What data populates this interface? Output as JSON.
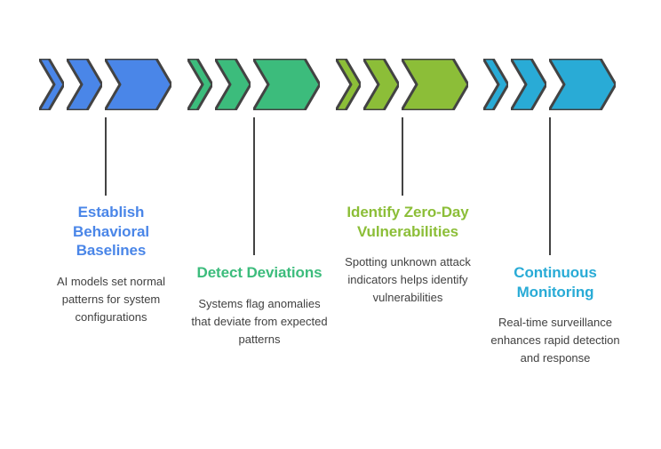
{
  "diagram": {
    "type": "process-flow",
    "orientation": "horizontal",
    "step_count": 4,
    "background_color": "#ffffff",
    "body_text_color": "#414141",
    "connector_color": "#434343",
    "chevron_outline_color": "#434343",
    "steps": [
      {
        "index": 1,
        "title": "Establish Behavioral Baselines",
        "description": "AI models set normal patterns for system configurations",
        "color": "#4a86e8",
        "color_name": "royal-blue",
        "title_position": "high",
        "connector_length": "short",
        "chevron_count": 3
      },
      {
        "index": 2,
        "title": "Detect Deviations",
        "description": "Systems flag anomalies that deviate from expected patterns",
        "color": "#3cbc7c",
        "color_name": "emerald-green",
        "title_position": "low",
        "connector_length": "long",
        "chevron_count": 3
      },
      {
        "index": 3,
        "title": "Identify Zero-Day Vulnerabilities",
        "description": "Spotting unknown attack indicators helps identify vulnerabilities",
        "color": "#8cbe38",
        "color_name": "yellow-green",
        "title_position": "high",
        "connector_length": "short",
        "chevron_count": 3
      },
      {
        "index": 4,
        "title": "Continuous Monitoring",
        "description": "Real-time surveillance enhances rapid detection and response",
        "color": "#29abd6",
        "color_name": "cyan-blue",
        "title_position": "low",
        "connector_length": "long",
        "chevron_count": 3
      }
    ]
  }
}
